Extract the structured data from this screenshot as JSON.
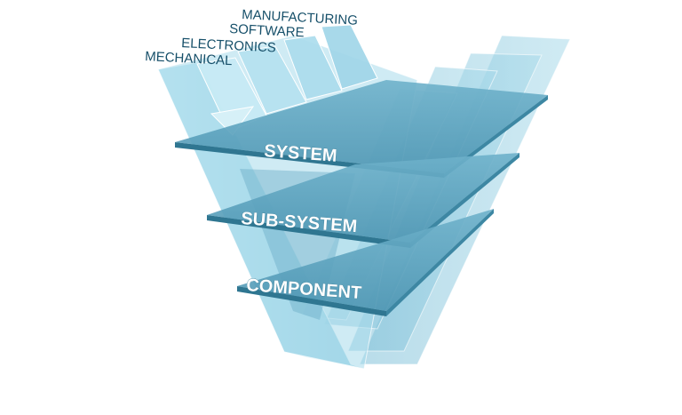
{
  "disciplines": [
    "MANUFACTURING",
    "SOFTWARE",
    "ELECTRONICS",
    "MECHANICAL"
  ],
  "levels": [
    "SYSTEM",
    "SUB-SYSTEM",
    "COMPONENT"
  ],
  "colors": {
    "glass": "#9cd3e6",
    "plate": "#5aa2bd",
    "plate_edge": "#2f7691",
    "text_dark": "#17506a",
    "arrow": "#c8ecf5"
  }
}
